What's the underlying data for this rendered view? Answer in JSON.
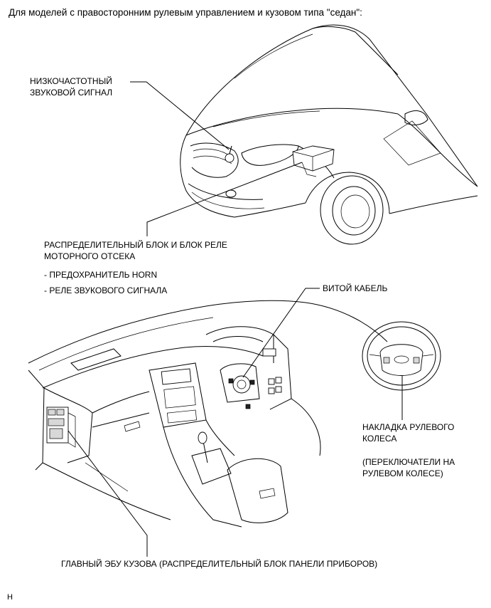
{
  "title": "Для моделей с правосторонним рулевым управлением и кузовом типа \"седан\":",
  "labels": {
    "low_horn_line1": "НИЗКОЧАСТОТНЫЙ",
    "low_horn_line2": "ЗВУКОВОЙ СИГНАЛ",
    "engine_block_line1": "РАСПРЕДЕЛИТЕЛЬНЫЙ БЛОК И БЛОК РЕЛЕ",
    "engine_block_line2": "МОТОРНОГО ОТСЕКА",
    "fuse_horn": "- ПРЕДОХРАНИТЕЛЬ HORN",
    "horn_relay": "- РЕЛЕ ЗВУКОВОГО СИГНАЛА",
    "spiral_cable": "ВИТОЙ КАБЕЛЬ",
    "wheel_pad_line1": "НАКЛАДКА РУЛЕВОГО",
    "wheel_pad_line2": "КОЛЕСА",
    "wheel_switches_line1": "(ПЕРЕКЛЮЧАТЕЛИ НА",
    "wheel_switches_line2": "РУЛЕВОМ КОЛЕСЕ)",
    "main_body_ecu": "ГЛАВНЫЙ ЭБУ КУЗОВА (РАСПРЕДЕЛИТЕЛЬНЫЙ БЛОК ПАНЕЛИ ПРИБОРОВ)",
    "corner_mark": "H"
  }
}
